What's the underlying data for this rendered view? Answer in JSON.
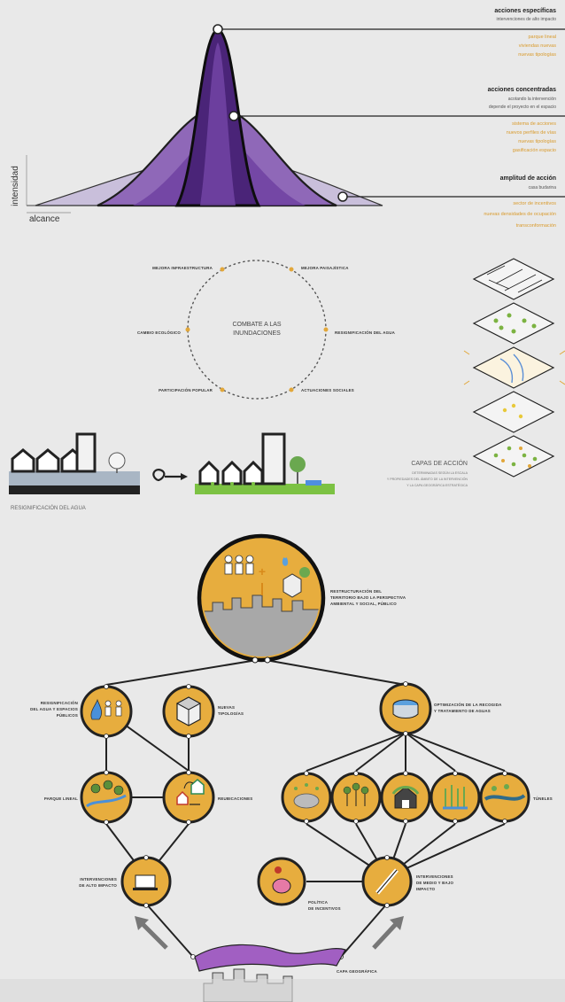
{
  "colors": {
    "accent_orange": "#e2a73a",
    "purple_dark": "#5b2f86",
    "purple_mid": "#7e54a9",
    "purple_light": "#b8a6cf",
    "background": "#e9e9e9"
  },
  "chart": {
    "ylabel": "intensidad",
    "xlabel": "alcance",
    "levels": [
      {
        "title": "acciones específicas",
        "subtitle": "intervenciones de alto impacto",
        "items": [
          "parque lineal",
          "viviendas nuevas",
          "nuevas tipologías"
        ]
      },
      {
        "title": "acciones concentradas",
        "subtitle": [
          "acotando la intervención",
          "depende el proyecto en el espacio"
        ],
        "items": [
          "sistema de acciones",
          "nuevos perfiles de vías",
          "nuevas tipologías",
          "gasificación espacio"
        ]
      },
      {
        "title": "amplitud de acción",
        "subtitle": "casa budarina",
        "items": [
          "sector de incentivos",
          "nuevas densidades de ocupación",
          "transconformación"
        ]
      }
    ]
  },
  "cycle": {
    "center": [
      "COMBATE A LAS",
      "INUNDACIONES"
    ],
    "labels": [
      "MEJORA INFRAESTRUCTURA",
      "MEJORA PAISAJÍSTICA",
      "CAMBIO ECOLÓGICO",
      "RESIGNIFICACIÓN DEL AGUA",
      "PARTICIPACIÓN POPULAR",
      "ACTUACIONES SOCIALES"
    ]
  },
  "water": {
    "caption": "RESIGNIFICACIÓN DEL AGUA"
  },
  "layers": {
    "title": "CAPAS DE ACCIÓN",
    "lines": [
      "DETERMINADAS SEGÚN LA ESCALA",
      "Y PROPIEDADES DEL ÁMBITO DE LA INTERVENCIÓN",
      "Y LA CAPA GEOGRÁFICA ESTRATÉGICA"
    ]
  },
  "tree": {
    "root_label": [
      "RESTRUCTURACIÓN DEL",
      "TERRITORIO BAJO LA PERSPECTIVA",
      "AMBIENTAL Y SOCIAL, PÚBLICO"
    ],
    "resignificacion": [
      "RESIGNIFICACIÓN",
      "DEL AGUA Y ESPACIOS",
      "PÚBLICOS"
    ],
    "nuevas_tipologias": [
      "NUEVAS",
      "TIPOLOGÍAS"
    ],
    "optimizacion": [
      "OPTIMIZACIÓN DE LA RECOGIDA",
      "Y TRATAMIENTO DE AGUAS"
    ],
    "parque_lineal": "PARQUE LINEAL",
    "reubicaciones": "REUBICACIONES",
    "tuneles": "TÚNELES",
    "alto_impacto": [
      "INTERVENCIONES",
      "DE ALTO IMPACTO"
    ],
    "politica": [
      "POLÍTICA",
      "DE INCENTIVOS"
    ],
    "medio_bajo": [
      "INTERVENCIONES",
      "DE MEDIO Y BAJO",
      "IMPACTO"
    ],
    "base_label": "CAPA GEOGRÁFICA"
  }
}
